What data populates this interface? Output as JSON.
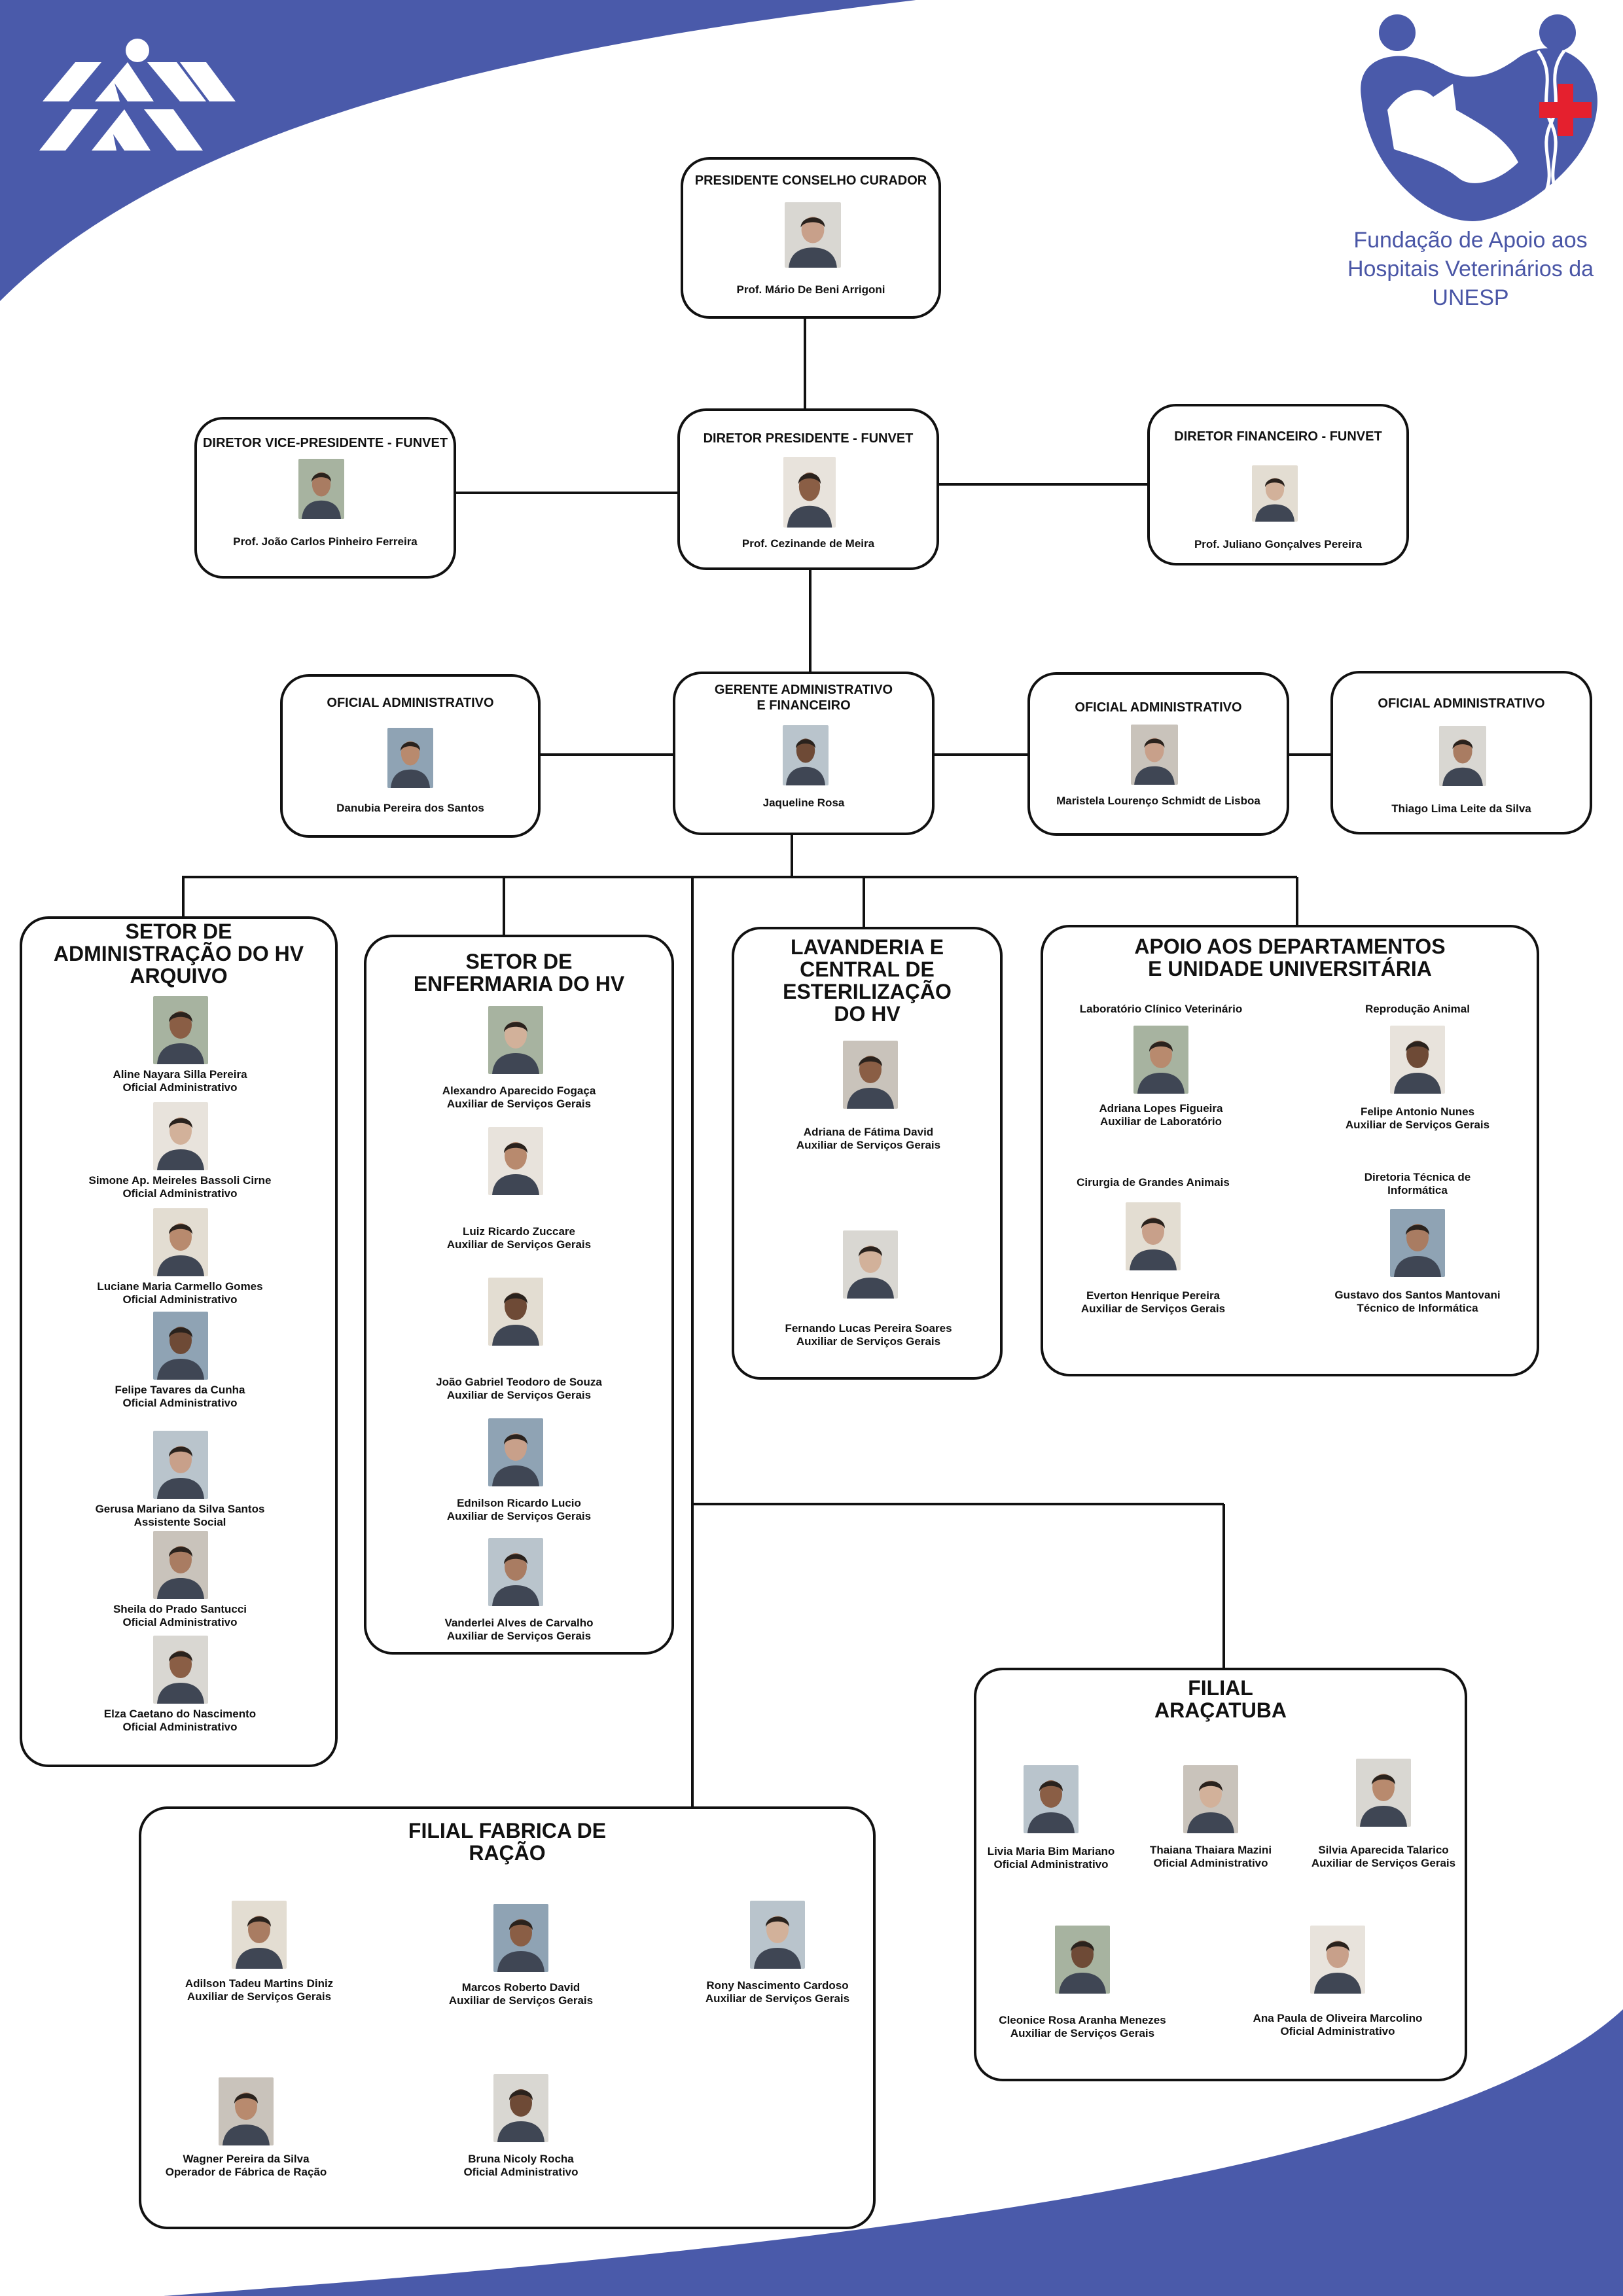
{
  "organization": {
    "name_line1": "Fundação de Apoio aos",
    "name_line2": "Hospitais Veterinários da UNESP",
    "logo_left_icon": "unesp-logo-icon",
    "logo_right_icon": "funvet-animals-heart-icon"
  },
  "colors": {
    "brand_blue": "#4a5aaa",
    "accent_red": "#e5202e",
    "line": "#111111"
  },
  "top": {
    "president_board": {
      "title": "PRESIDENTE CONSELHO CURADOR",
      "name": "Prof. Mário De Beni Arrigoni"
    },
    "vice_president": {
      "title": "DIRETOR VICE-PRESIDENTE - FUNVET",
      "name": "Prof. João Carlos Pinheiro Ferreira"
    },
    "president": {
      "title": "DIRETOR PRESIDENTE - FUNVET",
      "name": "Prof. Cezinande de Meira"
    },
    "financial": {
      "title": "DIRETOR FINANCEIRO - FUNVET",
      "name": "Prof. Juliano Gonçalves Pereira"
    }
  },
  "admin_row": {
    "left": {
      "title": "OFICIAL ADMINISTRATIVO",
      "name": "Danubia Pereira dos Santos"
    },
    "manager": {
      "title": "GERENTE ADMINISTRATIVO\nE FINANCEIRO",
      "name": "Jaqueline Rosa"
    },
    "right1": {
      "title": "OFICIAL ADMINISTRATIVO",
      "name": "Maristela Lourenço Schmidt de Lisboa"
    },
    "right2": {
      "title": "OFICIAL ADMINISTRATIVO",
      "name": "Thiago Lima Leite da Silva"
    }
  },
  "sectors": {
    "administracao": {
      "title": "SETOR DE\nADMINISTRAÇÃO DO HV\nARQUIVO",
      "people": [
        {
          "name": "Aline Nayara Silla Pereira",
          "role": "Oficial Administrativo"
        },
        {
          "name": "Simone Ap. Meireles Bassoli Cirne",
          "role": "Oficial Administrativo"
        },
        {
          "name": "Luciane Maria Carmello Gomes",
          "role": "Oficial Administrativo"
        },
        {
          "name": "Felipe Tavares da Cunha",
          "role": "Oficial Administrativo"
        },
        {
          "name": "Gerusa Mariano da Silva Santos",
          "role": "Assistente Social"
        },
        {
          "name": "Sheila do Prado Santucci",
          "role": "Oficial Administrativo"
        },
        {
          "name": "Elza Caetano do Nascimento",
          "role": "Oficial Administrativo"
        }
      ]
    },
    "enfermaria": {
      "title": "SETOR DE\nENFERMARIA DO HV",
      "people": [
        {
          "name": "Alexandro Aparecido Fogaça",
          "role": "Auxiliar de Serviços Gerais"
        },
        {
          "name": "Luiz Ricardo Zuccare",
          "role": "Auxiliar de Serviços Gerais"
        },
        {
          "name": "João Gabriel Teodoro de Souza",
          "role": "Auxiliar de Serviços Gerais"
        },
        {
          "name": "Ednilson Ricardo Lucio",
          "role": "Auxiliar de Serviços Gerais"
        },
        {
          "name": "Vanderlei Alves de Carvalho",
          "role": "Auxiliar de Serviços Gerais"
        }
      ]
    },
    "lavanderia": {
      "title": "LAVANDERIA E\nCENTRAL DE\nESTERILIZAÇÃO\nDO HV",
      "people": [
        {
          "name": "Adriana de Fátima David",
          "role": "Auxiliar de Serviços Gerais"
        },
        {
          "name": "Fernando Lucas Pereira Soares",
          "role": "Auxiliar de Serviços Gerais"
        }
      ]
    },
    "apoio": {
      "title": "APOIO AOS DEPARTAMENTOS\nE UNIDADE UNIVERSITÁRIA",
      "units": [
        {
          "unit": "Laboratório Clínico Veterinário",
          "name": "Adriana Lopes Figueira",
          "role": "Auxiliar de Laboratório"
        },
        {
          "unit": "Reprodução Animal",
          "name": "Felipe Antonio Nunes",
          "role": "Auxiliar de Serviços Gerais"
        },
        {
          "unit": "Cirurgia de Grandes Animais",
          "name": "Everton Henrique Pereira",
          "role": "Auxiliar de Serviços Gerais"
        },
        {
          "unit": "Diretoria Técnica de\nInformática",
          "name": "Gustavo dos Santos Mantovani",
          "role": "Técnico de Informática"
        }
      ]
    },
    "aracatuba": {
      "title": "FILIAL\nARAÇATUBA",
      "people": [
        {
          "name": "Livia Maria Bim Mariano",
          "role": "Oficial Administrativo"
        },
        {
          "name": "Thaiana Thaiara Mazini",
          "role": "Oficial Administrativo"
        },
        {
          "name": "Silvia Aparecida Talarico",
          "role": "Auxiliar de Serviços Gerais"
        },
        {
          "name": "Cleonice Rosa Aranha Menezes",
          "role": "Auxiliar de Serviços Gerais"
        },
        {
          "name": "Ana Paula de Oliveira Marcolino",
          "role": "Oficial Administrativo"
        }
      ]
    },
    "racao": {
      "title": "FILIAL FABRICA DE\nRAÇÃO",
      "people": [
        {
          "name": "Adilson Tadeu Martins Diniz",
          "role": "Auxiliar de Serviços Gerais"
        },
        {
          "name": "Marcos Roberto David",
          "role": "Auxiliar de Serviços Gerais"
        },
        {
          "name": "Rony Nascimento Cardoso",
          "role": "Auxiliar de Serviços Gerais"
        },
        {
          "name": "Wagner Pereira da Silva",
          "role": "Operador de Fábrica de Ração"
        },
        {
          "name": "Bruna Nicoly Rocha",
          "role": "Oficial Administrativo"
        }
      ]
    }
  }
}
